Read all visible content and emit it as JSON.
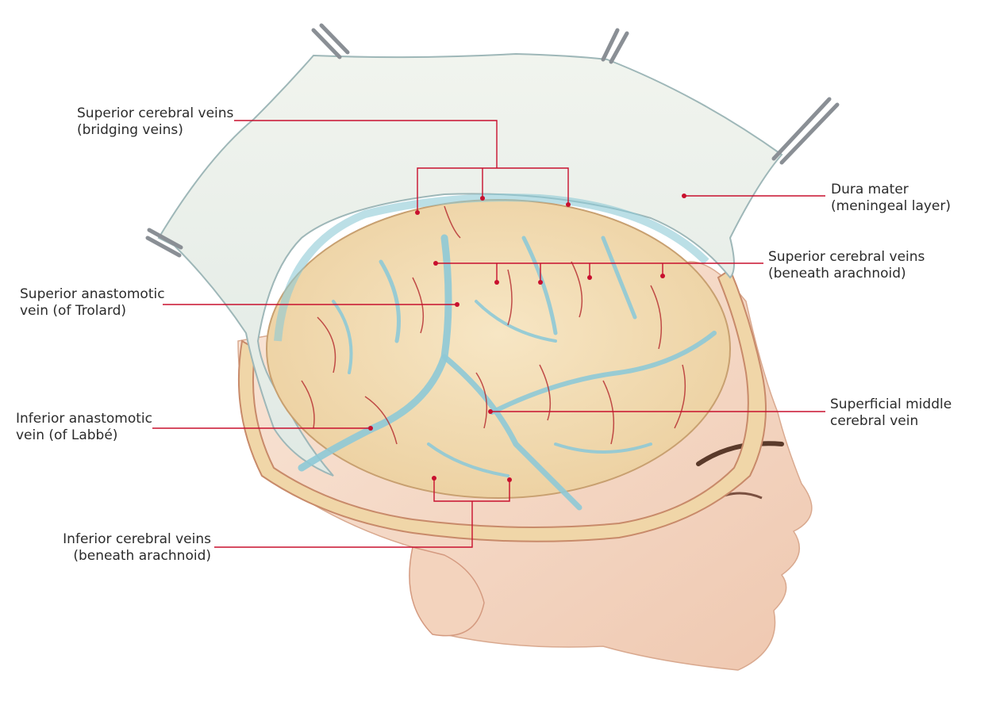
{
  "colors": {
    "leader": "#c8102e",
    "dura": "#e9efe8",
    "brain": "#f2dcb3",
    "vein": "#8ec9d6",
    "artery": "#b3262b",
    "skin": "#f6dcc9"
  },
  "labels": {
    "superior_bridging": "Superior cerebral veins\n(bridging veins)",
    "dura_mater": "Dura mater\n(meningeal layer)",
    "superior_beneath": "Superior cerebral veins\n(beneath arachnoid)",
    "trolard": "Superior anastomotic\nvein (of Trolard)",
    "labbe": "Inferior anastomotic\nvein (of Labbé)",
    "superficial_middle": "Superficial middle\ncerebral vein",
    "inferior_beneath": "Inferior cerebral veins\n(beneath arachnoid)"
  }
}
